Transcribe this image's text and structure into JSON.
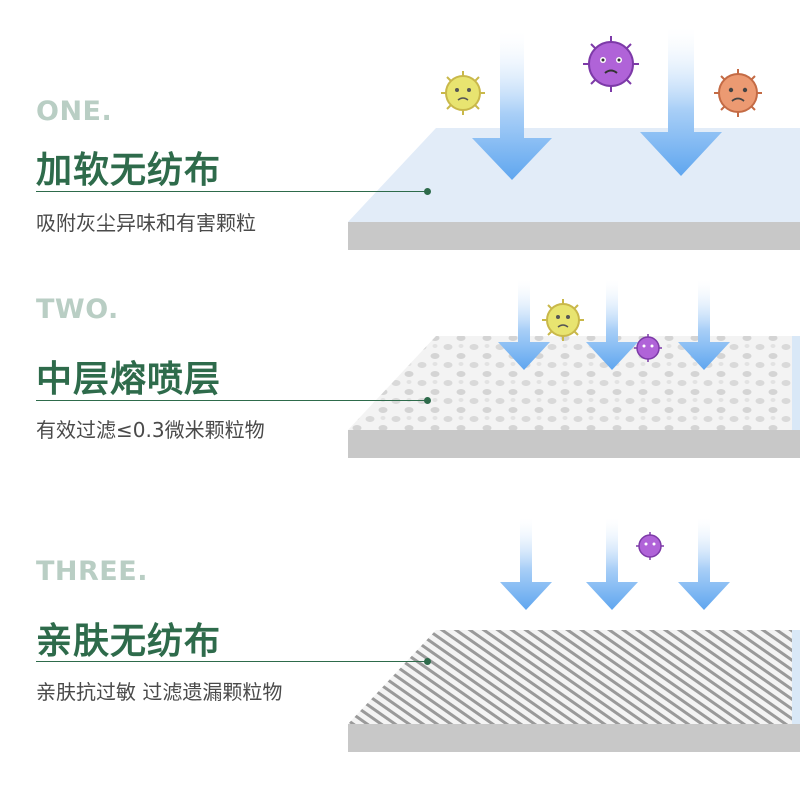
{
  "layers": [
    {
      "step": "ONE.",
      "title": "加软无纺布",
      "desc": "吸附灰尘异味和有害颗粒",
      "icons": [
        "virus-yellow-icon",
        "virus-purple-icon",
        "virus-orange-icon"
      ]
    },
    {
      "step": "TWO.",
      "title": "中层熔喷层",
      "desc": "有效过滤≤0.3微米颗粒物",
      "icons": [
        "virus-yellow-icon",
        "virus-purple-icon"
      ]
    },
    {
      "step": "THREE.",
      "title": "亲肤无纺布",
      "desc": "亲肤抗过敏 过滤遗漏颗粒物",
      "icons": [
        "virus-purple-icon"
      ]
    }
  ],
  "colors": {
    "title_green": "#2e6b4b",
    "step_gray_green": "#b9cec4",
    "arrow_blue": "#7fb7f2",
    "base_gray": "#c8c8c8"
  }
}
